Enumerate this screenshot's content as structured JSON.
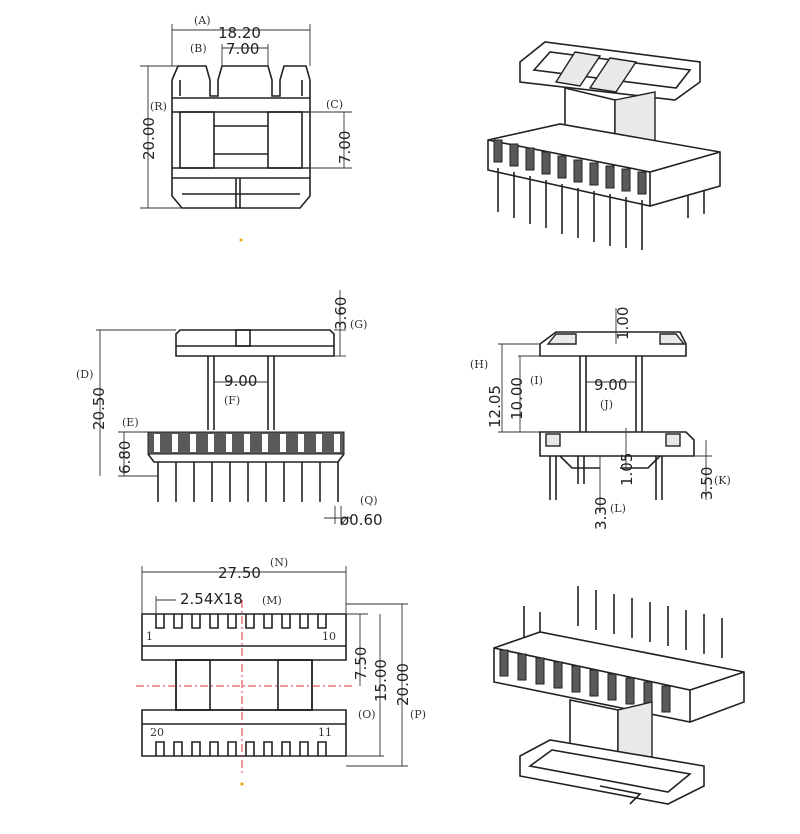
{
  "views": {
    "top": {
      "dim_A": "18.20",
      "label_A": "(A)",
      "dim_B": "7.00",
      "label_B": "(B)",
      "dim_C": "7.00",
      "label_C": "(C)",
      "dim_R": "20.00",
      "label_R": "(R)"
    },
    "front": {
      "dim_G": "3.60",
      "label_G": "(G)",
      "dim_D": "20.50",
      "label_D": "(D)",
      "dim_F": "9.00",
      "label_F": "(F)",
      "dim_E": "6.80",
      "label_E": "(E)",
      "dim_Q": "ø0.60",
      "label_Q": "(Q)"
    },
    "side": {
      "dim_top": "1.00",
      "dim_H": "12.05",
      "label_H": "(H)",
      "dim_I": "10.00",
      "label_I": "(I)",
      "dim_J": "9.00",
      "label_J": "(J)",
      "dim_105": "1.05",
      "dim_L": "3.30",
      "label_L": "(L)",
      "dim_K": "3.50",
      "label_K": "(K)"
    },
    "bottom": {
      "dim_N": "27.50",
      "label_N": "(N)",
      "dim_M": "2.54X18",
      "label_M": "(M)",
      "dim_750": "7.50",
      "dim_O": "15.00",
      "label_O": "(O)",
      "dim_P": "20.00",
      "label_P": "(P)",
      "pin_1": "1",
      "pin_10": "10",
      "pin_20": "20",
      "pin_11": "11"
    }
  },
  "colors": {
    "line": "#222222",
    "centerline": "#e03030"
  }
}
